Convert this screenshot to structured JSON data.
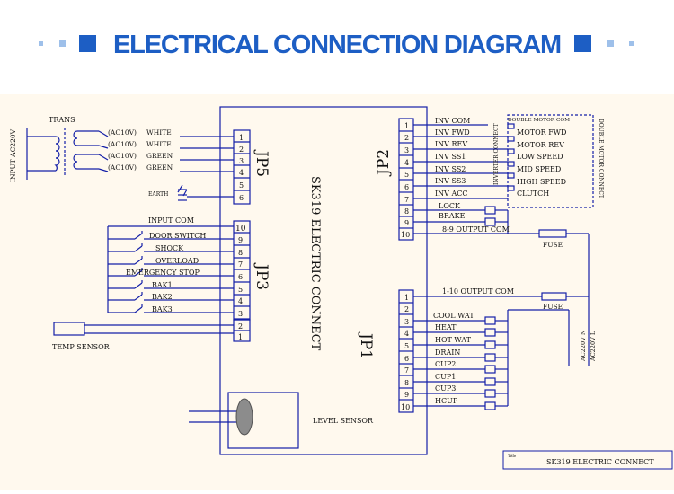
{
  "title": "ELECTRICAL CONNECTION DIAGRAM",
  "colors": {
    "title_blue": "#1d5ec4",
    "pale_blue": "#9ec0ea",
    "line_blue": "#1420a8",
    "panel_bg": "#fff9ee",
    "sensor_gray": "#8c8c8c"
  },
  "board": {
    "name": "SK319 ELECTRIC CONNECT",
    "jp5": "JP5",
    "jp3": "JP3",
    "jp2": "JP2",
    "jp1": "JP1"
  },
  "transformer": {
    "label": "TRANS",
    "input_label": "INPUT AC220V",
    "earth_label": "EARTH",
    "outputs": [
      {
        "voltage": "(AC10V)",
        "color": "WHITE"
      },
      {
        "voltage": "(AC10V)",
        "color": "WHITE"
      },
      {
        "voltage": "(AC10V)",
        "color": "GREEN"
      },
      {
        "voltage": "(AC10V)",
        "color": "GREEN"
      }
    ]
  },
  "jp5_pins": [
    "1",
    "2",
    "3",
    "4",
    "5",
    "6"
  ],
  "jp3_pins": [
    "10",
    "9",
    "8",
    "7",
    "6",
    "5",
    "4",
    "3",
    "2",
    "1"
  ],
  "jp2_pins": [
    "1",
    "2",
    "3",
    "4",
    "5",
    "6",
    "7",
    "8",
    "9",
    "10"
  ],
  "jp1_pins": [
    "1",
    "2",
    "3",
    "4",
    "5",
    "6",
    "7",
    "8",
    "9",
    "10"
  ],
  "inputs": {
    "com_label": "INPUT COM",
    "switches": [
      "DOOR SWITCH",
      "SHOCK",
      "OVERLOAD",
      "EMERGENCY STOP",
      "BAK1",
      "BAK2",
      "BAK3"
    ],
    "temp_sensor": "TEMP SENSOR",
    "level_sensor": "LEVEL SENSOR"
  },
  "jp2_signals": [
    "INV COM",
    "INV FWD",
    "INV REV",
    "INV SS1",
    "INV SS2",
    "INV SS3",
    "INV ACC",
    "LOCK",
    "BRAKE",
    "8-9  OUTPUT COM"
  ],
  "inverter_connect": "INVERTER CONNECT",
  "double_motor": {
    "title": "DOUBLE MOTOR COM",
    "side_label": "DOUBLE MOTOR CONNECT",
    "items": [
      "MOTOR FWD",
      "MOTOR REV",
      "LOW SPEED",
      "MID SPEED",
      "HIGH SPEED",
      "CLUTCH"
    ]
  },
  "fuse_label": "FUSE",
  "jp1_signals": [
    "1-10 OUTPUT COM",
    "COOL WAT",
    "HEAT",
    "HOT WAT",
    "DRAIN",
    "CUP2",
    "CUP1",
    "CUP3",
    "HCUP"
  ],
  "power_labels": [
    "AC220V N",
    "AC220V L"
  ],
  "title_block": {
    "label": "Title",
    "value": "SK319 ELECTRIC CONNECT"
  }
}
